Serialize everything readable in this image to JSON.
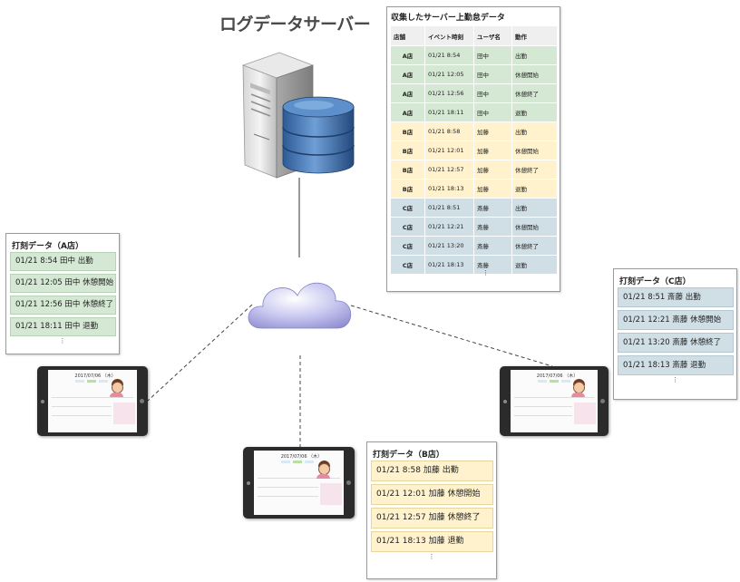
{
  "title": "ログデータサーバー",
  "log_table": {
    "title": "収集したサーバー上勤怠データ",
    "headers": [
      "店舗",
      "イベント時刻",
      "ユーザ名",
      "動作"
    ],
    "rows": [
      {
        "store": "A店",
        "time": "01/21 8:54",
        "user": "田中",
        "action": "出勤"
      },
      {
        "store": "A店",
        "time": "01/21 12:05",
        "user": "田中",
        "action": "休憩開始"
      },
      {
        "store": "A店",
        "time": "01/21 12:56",
        "user": "田中",
        "action": "休憩終了"
      },
      {
        "store": "A店",
        "time": "01/21 18:11",
        "user": "田中",
        "action": "退勤"
      },
      {
        "store": "B店",
        "time": "01/21 8:58",
        "user": "加藤",
        "action": "出勤"
      },
      {
        "store": "B店",
        "time": "01/21 12:01",
        "user": "加藤",
        "action": "休憩開始"
      },
      {
        "store": "B店",
        "time": "01/21 12:57",
        "user": "加藤",
        "action": "休憩終了"
      },
      {
        "store": "B店",
        "time": "01/21 18:13",
        "user": "加藤",
        "action": "退勤"
      },
      {
        "store": "C店",
        "time": "01/21 8:51",
        "user": "斎藤",
        "action": "出勤"
      },
      {
        "store": "C店",
        "time": "01/21 12:21",
        "user": "斎藤",
        "action": "休憩開始"
      },
      {
        "store": "C店",
        "time": "01/21 13:20",
        "user": "斎藤",
        "action": "休憩終了"
      },
      {
        "store": "C店",
        "time": "01/21 18:13",
        "user": "斎藤",
        "action": "退勤"
      }
    ],
    "more": "⋮"
  },
  "cards": {
    "a": {
      "title": "打刻データ（A店）",
      "rows": [
        "01/21 8:54 田中 出勤",
        "01/21 12:05 田中 休憩開始",
        "01/21 12:56 田中 休憩終了",
        "01/21 18:11 田中 退勤"
      ],
      "more": "⋮"
    },
    "b": {
      "title": "打刻データ（B店）",
      "rows": [
        "01/21 8:58 加藤 出勤",
        "01/21 12:01 加藤 休憩開始",
        "01/21 12:57 加藤 休憩終了",
        "01/21 18:13 加藤 退勤"
      ],
      "more": "⋮"
    },
    "c": {
      "title": "打刻データ（C店）",
      "rows": [
        "01/21 8:51 斎藤 出勤",
        "01/21 12:21 斎藤 休憩開始",
        "01/21 13:20 斎藤 休憩終了",
        "01/21 18:13 斎藤 退勤"
      ],
      "more": "⋮"
    }
  },
  "tablets": {
    "a": {
      "date": "2017/07/06 （木）"
    },
    "b": {
      "date": "2017/07/06 （木）"
    },
    "c": {
      "date": "2017/07/06 （木）"
    }
  },
  "colors": {
    "store_a": "#d5e8d4",
    "store_b": "#fff2cc",
    "store_c": "#d0dfe6",
    "cloud": "#a9a7e0",
    "database": "#3f6fae"
  },
  "icons": {
    "server": "server-tower-icon",
    "database": "database-icon",
    "cloud": "cloud-icon",
    "tablet": "tablet-icon"
  }
}
